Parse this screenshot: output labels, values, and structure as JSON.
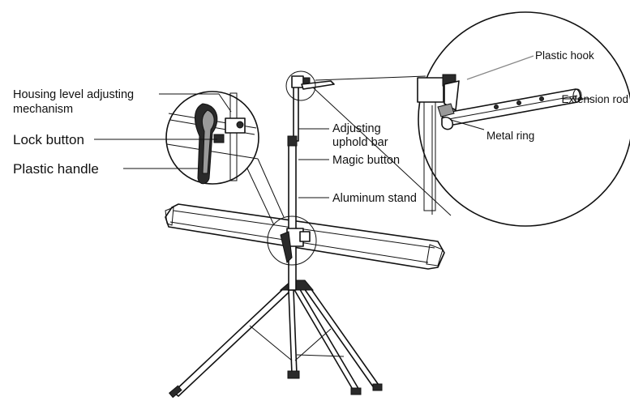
{
  "labels": {
    "housing_level_line1": "Housing level adjusting",
    "housing_level_line2": "mechanism",
    "lock_button": "Lock button",
    "plastic_handle": "Plastic handle",
    "adjusting_uphold_line1": "Adjusting",
    "adjusting_uphold_line2": "uphold bar",
    "magic_button": "Magic button",
    "aluminum_stand": "Aluminum  stand",
    "plastic_hook": "Plastic hook",
    "extension_rod": "Extension rod",
    "metal_ring": "Metal ring"
  },
  "colors": {
    "ink": "#111111",
    "background": "#ffffff",
    "accent_grey": "#888888"
  }
}
